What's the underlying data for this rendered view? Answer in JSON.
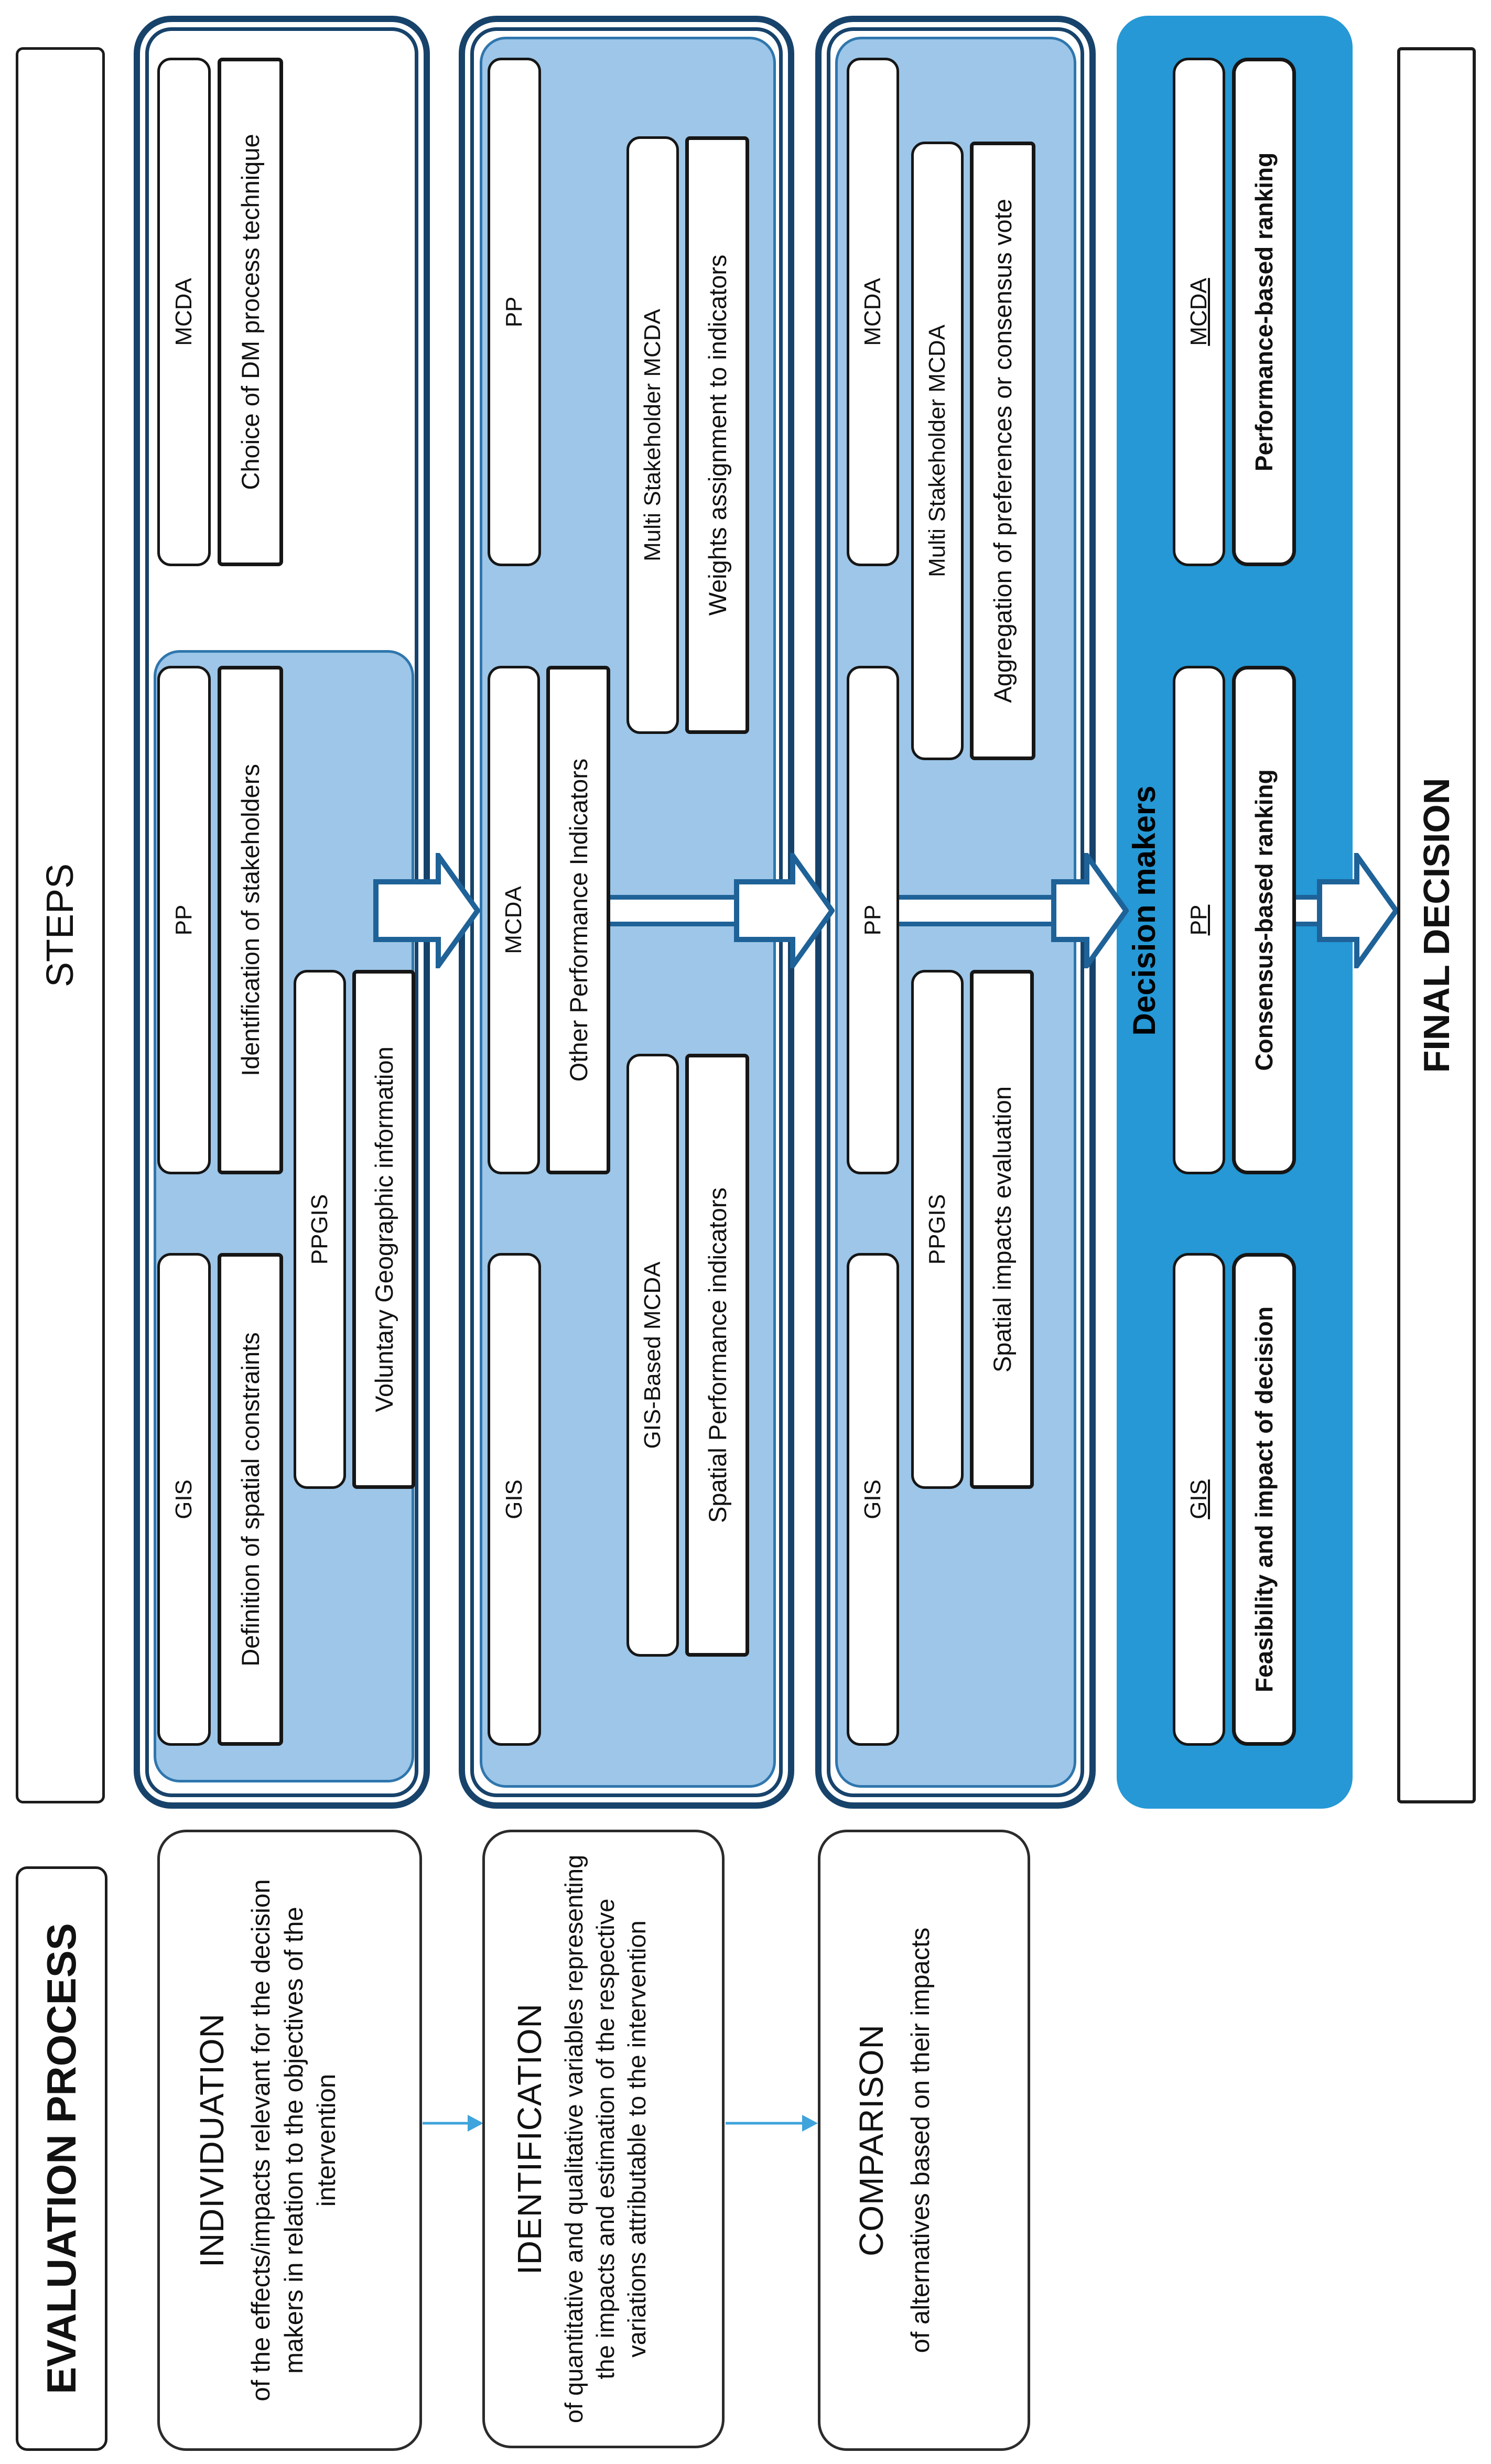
{
  "headers": {
    "evaluation_process": "EVALUATION PROCESS",
    "steps": "STEPS",
    "final_decision": "FINAL DECISION"
  },
  "process_boxes": {
    "individuation": {
      "title": "INDIVIDUATION",
      "body": "of the effects/impacts relevant for the decision makers in relation to the objectives of the intervention"
    },
    "identification": {
      "title": "IDENTIFICATION",
      "body": "of quantitative and qualitative variables representing the impacts and estimation of the respective variations attributable to the intervention"
    },
    "comparison": {
      "title": "COMPARISON",
      "body": "of alternatives based on their impacts"
    }
  },
  "steps": {
    "step1": {
      "gis": {
        "label": "GIS",
        "text": "Definition of spatial constraints"
      },
      "pp": {
        "label": "PP",
        "text": "Identification of stakeholders"
      },
      "ppgis": {
        "label": "PPGIS",
        "text": "Voluntary Geographic information"
      },
      "mcda": {
        "label": "MCDA",
        "text": "Choice of DM process technique"
      }
    },
    "step2": {
      "gis": {
        "label": "GIS"
      },
      "gis_mcda": {
        "label": "GIS-Based MCDA",
        "text": "Spatial Performance indicators"
      },
      "mcda": {
        "label": "MCDA",
        "text": "Other Performance Indicators"
      },
      "pp": {
        "label": "PP"
      },
      "ms_mcda": {
        "label": "Multi Stakeholder MCDA",
        "text": "Weights assignment to indicators"
      }
    },
    "step3": {
      "gis": {
        "label": "GIS"
      },
      "ppgis": {
        "label": "PPGIS",
        "text": "Spatial impacts evaluation"
      },
      "pp": {
        "label": "PP"
      },
      "mcda": {
        "label": "MCDA"
      },
      "ms_mcda": {
        "label": "Multi Stakeholder MCDA",
        "text": "Aggregation of preferences or consensus vote"
      }
    },
    "step4": {
      "title": "Decision makers",
      "gis": {
        "label": "GIS",
        "text": "Feasibility and impact of decision"
      },
      "pp": {
        "label": "PP",
        "text": "Consensus-based ranking"
      },
      "mcda": {
        "label": "MCDA",
        "text": "Performance-based ranking"
      }
    }
  },
  "colors": {
    "group_border_navy": "#17436B",
    "panel_fill_light_blue": "#9DC6E8",
    "panel_border_blue": "#2F76AD",
    "decision_makers_fill": "#2598D5",
    "flow_arrow_outline": "#1E6298",
    "connector_arrow_blue": "#3FA3DC",
    "bar_border_black": "#161616"
  }
}
